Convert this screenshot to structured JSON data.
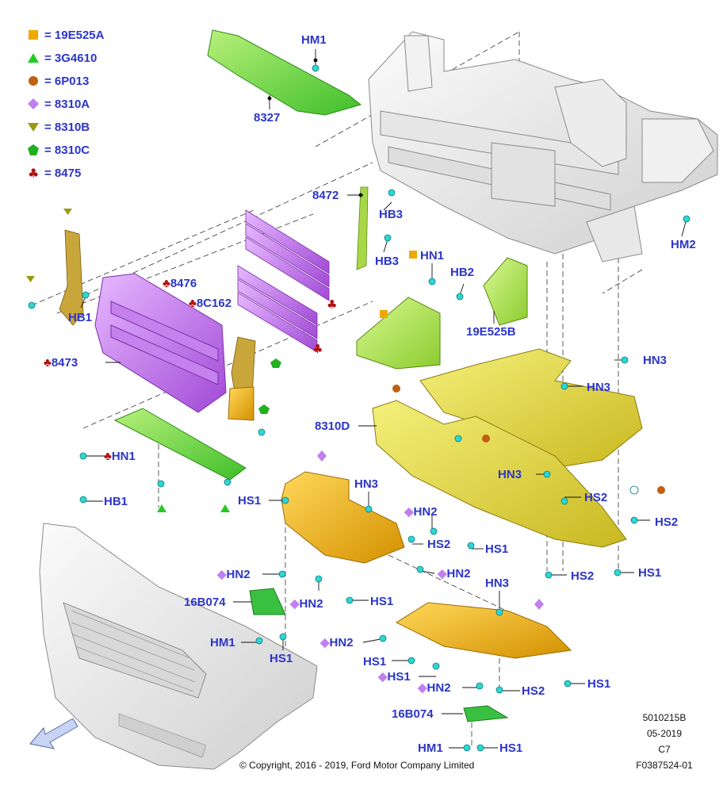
{
  "legend": [
    {
      "symbol": "square",
      "color": "#f0a800",
      "text": "= 19E525A"
    },
    {
      "symbol": "triangle",
      "color": "#22cc22",
      "text": "= 3G4610"
    },
    {
      "symbol": "circle",
      "color": "#c06010",
      "text": "= 6P013"
    },
    {
      "symbol": "diamond",
      "color": "#c080f0",
      "text": "= 8310A"
    },
    {
      "symbol": "triangle-down",
      "color": "#9a9a10",
      "text": "= 8310B"
    },
    {
      "symbol": "pentagon",
      "color": "#20b020",
      "text": "= 8310C"
    },
    {
      "symbol": "club",
      "color": "#b01010",
      "text": "= 8475"
    }
  ],
  "labels": {
    "hm1_top": "HM1",
    "p8327": "8327",
    "p8472": "8472",
    "hb3_a": "HB3",
    "hb3_b": "HB3",
    "hm2": "HM2",
    "hn1_top": "HN1",
    "hb2": "HB2",
    "p19e525b": "19E525B",
    "hb1_left": "HB1",
    "p8476": "8476",
    "p8c162": "8C162",
    "p8473": "8473",
    "hn3_a": "HN3",
    "hn3_b": "HN3",
    "p8310d": "8310D",
    "hn1_low": "HN1",
    "hb1_low": "HB1",
    "hs1_a": "HS1",
    "hn3_c": "HN3",
    "hn3_d": "HN3",
    "hs2_a": "HS2",
    "hs2_b": "HS2",
    "hn2_a": "HN2",
    "hs2_c": "HS2",
    "hs1_b": "HS1",
    "hn2_b": "HN2",
    "hn2_c": "HN2",
    "hs2_d": "HS2",
    "hs1_c": "HS1",
    "p16b074_a": "16B074",
    "hn2_d": "HN2",
    "hs1_d": "HS1",
    "hn3_e": "HN3",
    "hm1_low": "HM1",
    "hs1_e": "HS1",
    "hn2_e": "HN2",
    "hs1_f": "HS1",
    "hs1_g": "HS1",
    "hn2_f": "HN2",
    "hs2_e": "HS2",
    "hs1_h": "HS1",
    "p16b074_b": "16B074",
    "hm1_bottom": "HM1",
    "hs1_bottom": "HS1"
  },
  "meta": {
    "code": "5010215B",
    "date": "05-2019",
    "sheet": "C7",
    "ref": "F0387524-01"
  },
  "copyright": "© Copyright, 2016 - 2019, Ford Motor Company Limited"
}
